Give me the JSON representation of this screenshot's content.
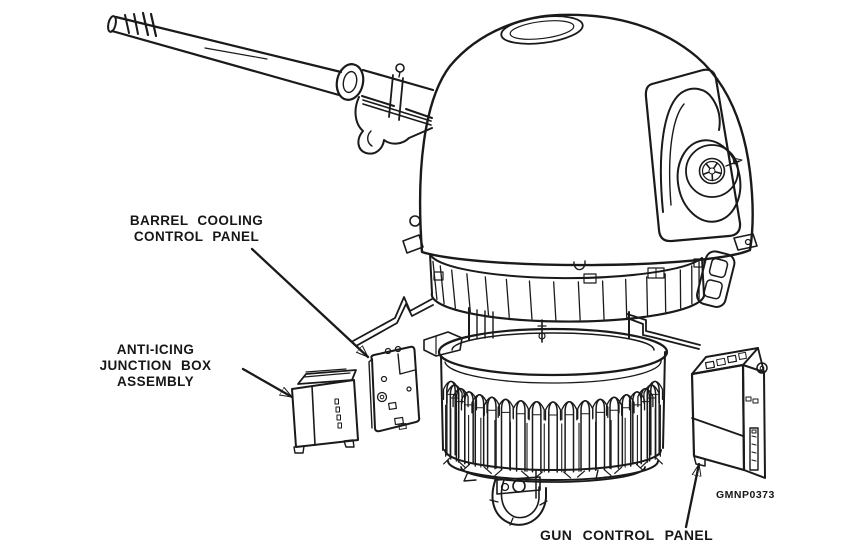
{
  "figure": {
    "id_code": "GMNP0373",
    "description": "Exploded line drawing of a naval gun mount with dome gun house, barrel, ammunition drum and remote panels"
  },
  "colors": {
    "background": "#ffffff",
    "ink": "#1a1a1a",
    "text": "#171717"
  },
  "labels": {
    "barrel_cooling": {
      "line1": "BARREL COOLING",
      "line2": "CONTROL PANEL"
    },
    "anti_icing": {
      "line1": "ANTI-ICING",
      "line2": "JUNCTION BOX ASSEMBLY"
    },
    "gun_control": {
      "line": "GUN CONTROL PANEL"
    }
  }
}
